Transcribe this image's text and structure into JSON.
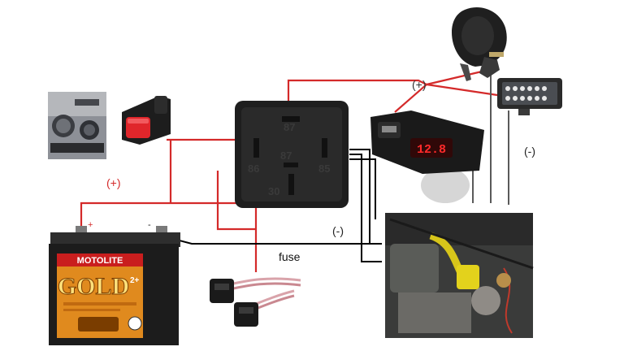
{
  "labels": {
    "plus_top": "(+)",
    "plus_left": "(+)",
    "minus_mid": "(-)",
    "minus_right": "(-)",
    "fuse": "fuse",
    "battery_pos": "+",
    "battery_neg": "-"
  },
  "relay": {
    "pins": [
      "87",
      "87",
      "86",
      "85",
      "30"
    ]
  },
  "battery": {
    "brand": "MOTOLITE",
    "product": "GOLD",
    "product_sup": "2+"
  },
  "voltmeter": {
    "reading": "12.8"
  },
  "colors": {
    "positive_wire": "#d42a2a",
    "negative_wire": "#000000",
    "battery_body": "#1c1c1c",
    "battery_label": "#e08a1e",
    "switch_button": "#e0262b"
  }
}
